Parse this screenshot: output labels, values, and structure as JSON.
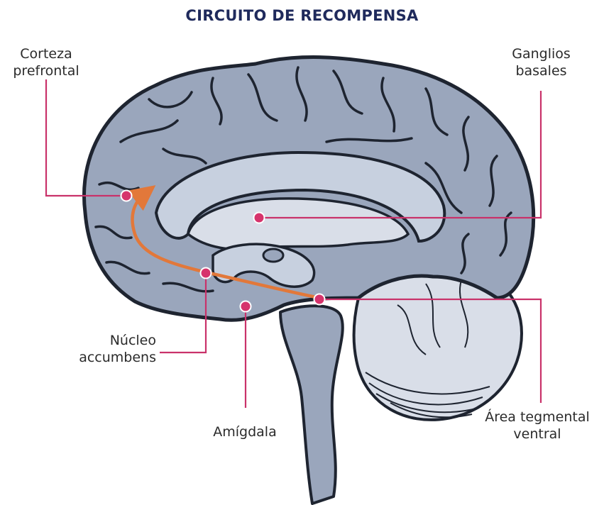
{
  "title": "CIRCUITO DE RECOMPENSA",
  "colors": {
    "title": "#1f2a5c",
    "leader_lines": "#c9326a",
    "markers": "#d6336c",
    "pathway_arrow": "#e2783a",
    "brain_fill": "#9aa6bc",
    "brain_outline": "#1e2430",
    "inner_structures": "#c7d0df",
    "cerebellum": "#d9dee8"
  },
  "labels": {
    "prefrontal_line1": "Corteza",
    "prefrontal_line2": "prefrontal",
    "basal_line1": "Ganglios",
    "basal_line2": "basales",
    "accumbens_line1": "Núcleo",
    "accumbens_line2": "accumbens",
    "amygdala": "Amígdala",
    "vta_line1": "Área tegmental",
    "vta_line2": "ventral"
  }
}
